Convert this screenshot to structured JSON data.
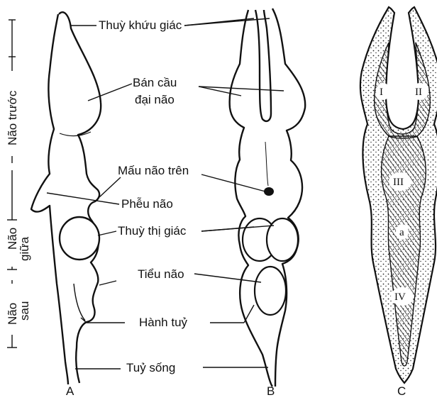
{
  "labels": {
    "olfactory_lobe": "Thuỳ khứu giác",
    "cerebrum_line1": "Bán cầu",
    "cerebrum_line2": "đại não",
    "pineal": "Mấu não trên",
    "infundibulum": "Phễu não",
    "optic_lobe": "Thuỳ thị giác",
    "cerebellum": "Tiểu não",
    "medulla": "Hành tuỷ",
    "spinal_cord": "Tuỷ sống"
  },
  "regions": {
    "forebrain": "Não trước",
    "midbrain_line1": "Não",
    "midbrain_line2": "giữa",
    "hindbrain_line1": "Não",
    "hindbrain_line2": "sau"
  },
  "panels": {
    "a": "A",
    "b": "B",
    "c": "C"
  },
  "ventricles": {
    "v1": "I",
    "v2": "II",
    "v3": "III",
    "aqueduct": "a",
    "v4": "IV"
  }
}
